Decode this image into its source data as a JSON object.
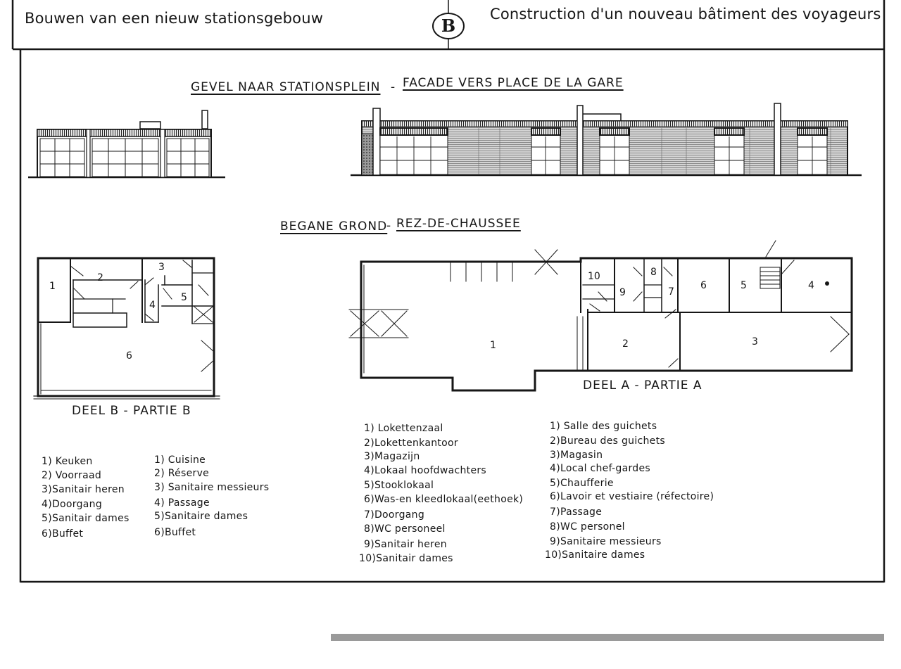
{
  "header": {
    "title_nl": "Bouwen van een nieuw stationsgebouw",
    "title_fr": "Construction d'un nouveau bâtiment des voyageurs"
  },
  "facade_title": {
    "nl": "GEVEL NAAR STATIONSPLEIN",
    "fr": "FACADE VERS PLACE DE LA GARE"
  },
  "ground_title": {
    "nl": "BEGANE GROND",
    "fr": "REZ-DE-CHAUSSEE"
  },
  "part_b_label": "DEEL B - PARTIE B",
  "part_a_label": "DEEL A - PARTIE A",
  "plan_b_rooms": [
    "1",
    "2",
    "3",
    "4",
    "5",
    "6"
  ],
  "plan_a_rooms": [
    "1",
    "2",
    "3",
    "4",
    "5",
    "6",
    "7",
    "8",
    "9",
    "10"
  ],
  "legend_b": {
    "nl": [
      "1) Keuken",
      "2) Voorraad",
      "3)Sanitair heren",
      "4)Doorgang",
      "5)Sanitair dames",
      "6)Buffet"
    ],
    "fr": [
      "1) Cuisine",
      "2) Réserve",
      "3) Sanitaire messieurs",
      "4) Passage",
      "5)Sanitaire dames",
      "6)Buffet"
    ]
  },
  "legend_a": {
    "nl": [
      "1) Lokettenzaal",
      "2)Lokettenkantoor",
      "3)Magazijn",
      "4)Lokaal hoofdwachters",
      "5)Stooklokaal",
      "6)Was-en kleedlokaal(eethoek)",
      "7)Doorgang",
      "8)WC personeel",
      "9)Sanitair heren",
      "10)Sanitair dames"
    ],
    "fr": [
      "1) Salle des guichets",
      "2)Bureau des guichets",
      "3)Magasin",
      "4)Local chef-gardes",
      "5)Chaufferie",
      "6)Lavoir et vestiaire (réfectoire)",
      "7)Passage",
      "8)WC personel",
      "9)Sanitaire messieurs",
      "10)Sanitaire dames"
    ]
  }
}
